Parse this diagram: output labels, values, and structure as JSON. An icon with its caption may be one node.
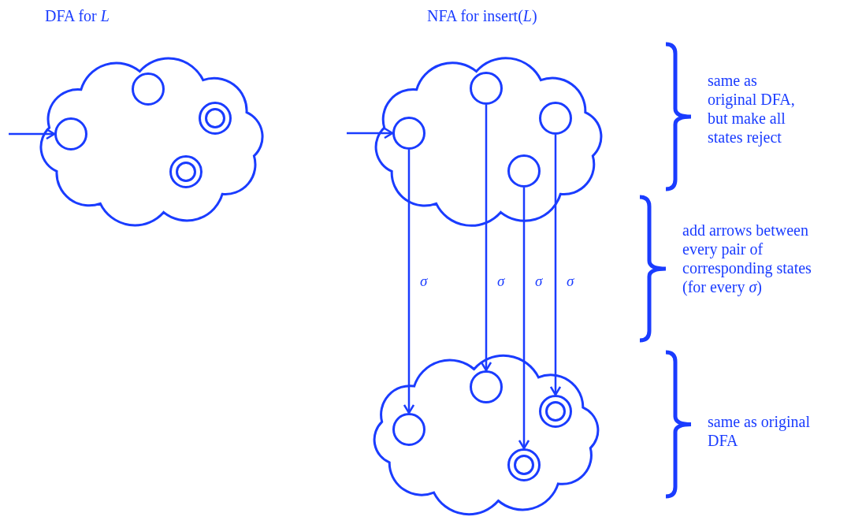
{
  "diagram": {
    "nodes": [
      {
        "text": [],
        "shape": "cloud"
      },
      {
        "text": [],
        "shape": "circle",
        "in": 0
      },
      {
        "text": [],
        "shape": "circle",
        "in": 0
      },
      {
        "text": [],
        "shape": "double-circle",
        "in": 0
      },
      {
        "text": [],
        "shape": "double-circle",
        "in": 0
      },
      {
        "text": [],
        "shape": "cloud"
      },
      {
        "text": [],
        "shape": "circle",
        "in": 5
      },
      {
        "text": [],
        "shape": "circle",
        "in": 5
      },
      {
        "text": [],
        "shape": "circle",
        "in": 5
      },
      {
        "text": [],
        "shape": "circle",
        "in": 5
      },
      {
        "text": [],
        "shape": "cloud"
      },
      {
        "text": [],
        "shape": "circle",
        "in": 10
      },
      {
        "text": [],
        "shape": "circle",
        "in": 10
      },
      {
        "text": [],
        "shape": "double-circle",
        "in": 10
      },
      {
        "text": [],
        "shape": "double-circle",
        "in": 10
      }
    ],
    "edges": [
      {
        "from": null,
        "to": 1,
        "arrow": "to"
      },
      {
        "from": null,
        "to": 6,
        "arrow": "to"
      },
      {
        "from": 6,
        "to": 11,
        "arrow": "to",
        "label": "σ"
      },
      {
        "from": 7,
        "to": 12,
        "arrow": "to",
        "label": "σ"
      },
      {
        "from": 9,
        "to": 14,
        "arrow": "to",
        "label": "σ"
      },
      {
        "from": 8,
        "to": 13,
        "arrow": "to",
        "label": "σ"
      }
    ],
    "labels": [
      "DFA for *L*",
      "NFA for insert(*L*)",
      "same as original DFA, but make all states reject",
      "add arrows between every pair of corresponding states (for every *σ*)",
      "same as original DFA"
    ]
  }
}
